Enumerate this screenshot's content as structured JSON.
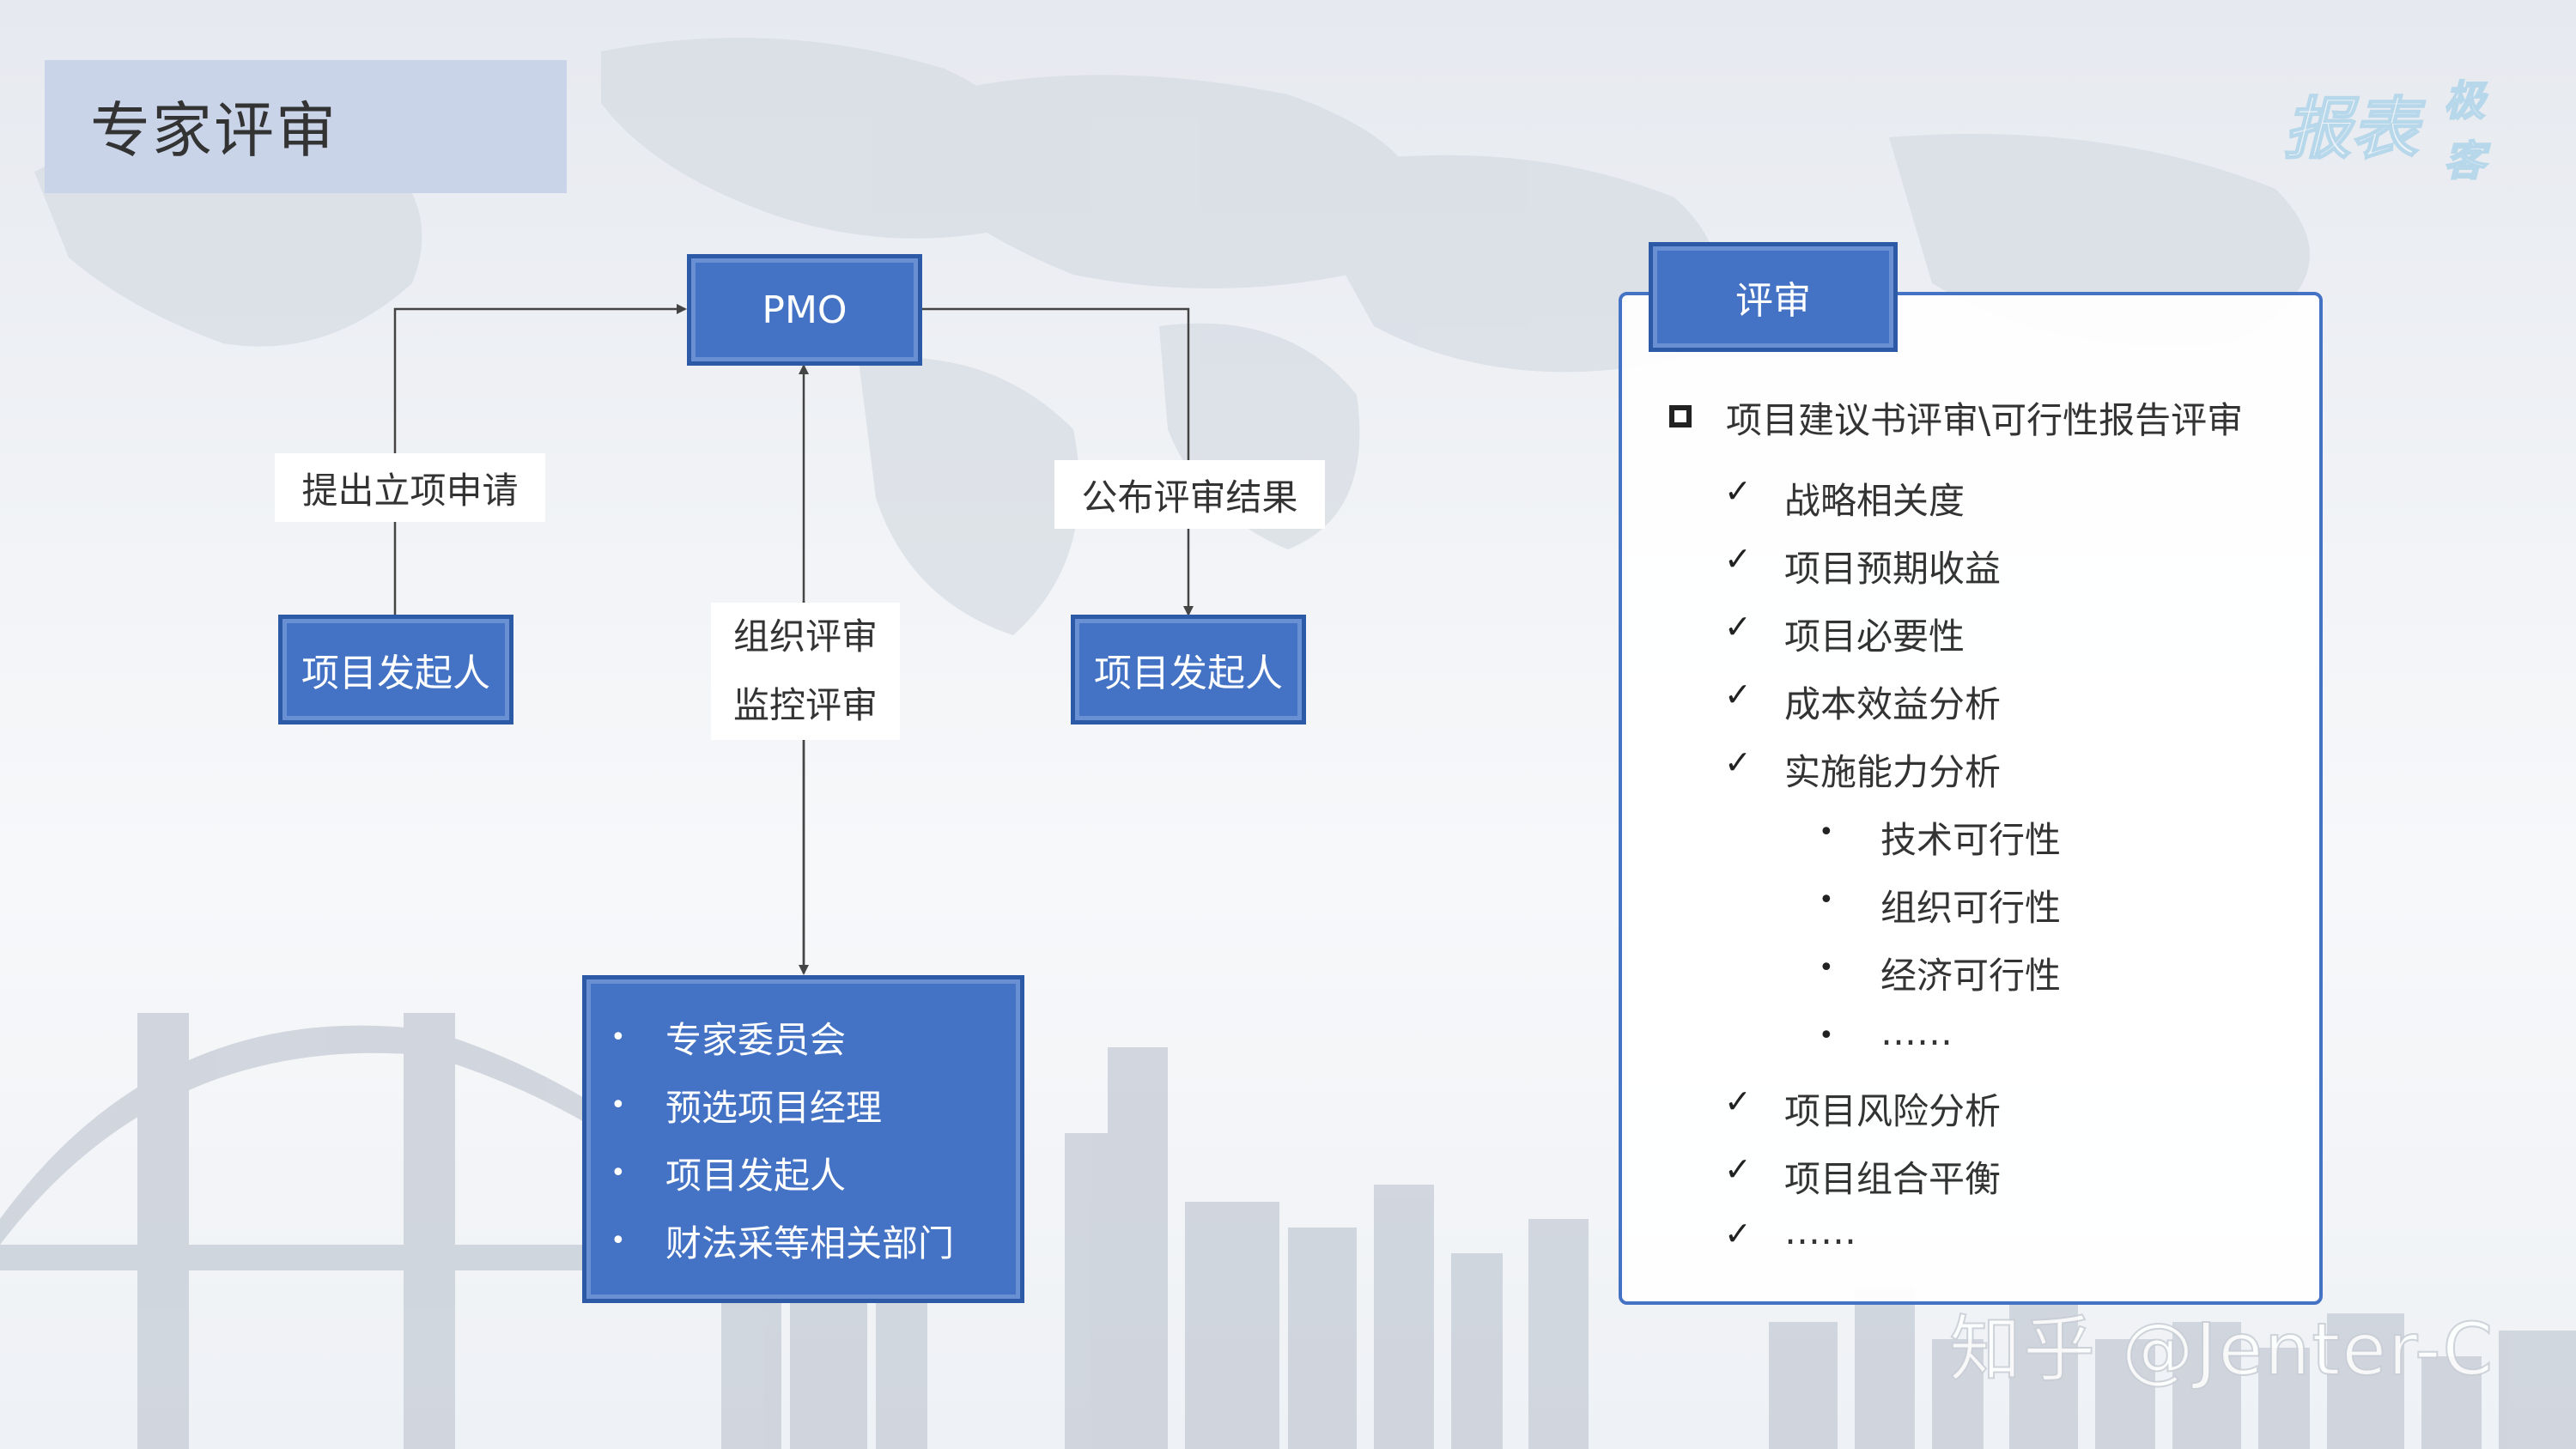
{
  "title": "专家评审",
  "logo": {
    "main": "报表",
    "small": "极客"
  },
  "colors": {
    "box_blue": "#4472c4",
    "box_border": "#2d5aa6",
    "title_bg": "#c7d3e8",
    "connector": "#444444"
  },
  "flow": {
    "pmo": "PMO",
    "sponsor_left": "项目发起人",
    "sponsor_right": "项目发起人",
    "label_apply": "提出立项申请",
    "label_publish": "公布评审结果",
    "label_organize": "组织评审",
    "label_monitor": "监控评审",
    "committee": [
      "专家委员会",
      "预选项目经理",
      "项目发起人",
      "财法采等相关部门"
    ]
  },
  "review": {
    "tab": "评审",
    "heading": "项目建议书评审\\可行性报告评审",
    "checks_top": [
      "战略相关度",
      "项目预期收益",
      "项目必要性",
      "成本效益分析",
      "实施能力分析"
    ],
    "sub_bullets": [
      "技术可行性",
      "组织可行性",
      "经济可行性",
      "……"
    ],
    "checks_bottom": [
      "项目风险分析",
      "项目组合平衡",
      "……"
    ],
    "check_mark": "✓",
    "bullet_mark": "•"
  },
  "watermark": "知乎 @Jenter-C"
}
